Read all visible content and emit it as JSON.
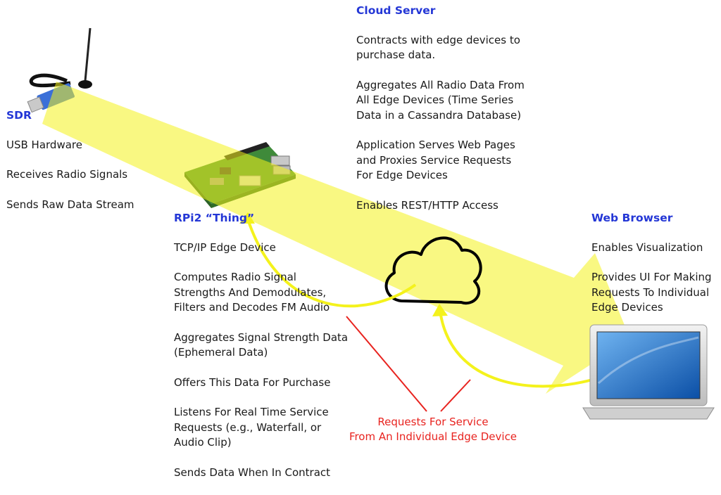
{
  "colors": {
    "heading": "#2437d6",
    "body_text": "#1a1a1a",
    "flow_arrow": "#f4f21c",
    "request_text": "#e8231f",
    "request_line": "#e8231f",
    "cloud_stroke": "#000000",
    "board_green": "#3f8a3a",
    "usb_blue": "#3a6fd8",
    "screen_blue": "#1f6ec9"
  },
  "icons": {
    "sdr": "usb-sdr-dongle-icon",
    "rpi": "raspberry-pi-board-icon",
    "cloud": "cloud-icon",
    "browser": "laptop-icon"
  },
  "sdr": {
    "title": "SDR",
    "items": [
      "USB Hardware",
      "Receives Radio Signals",
      "Sends Raw Data Stream"
    ]
  },
  "rpi": {
    "title": "RPi2 “Thing”",
    "items": [
      "TCP/IP Edge Device",
      "Computes Radio Signal\nStrengths And Demodulates,\nFilters and Decodes FM Audio",
      "Aggregates Signal Strength Data\n(Ephemeral Data)",
      "Offers This Data For Purchase",
      "Listens For Real Time Service\nRequests (e.g., Waterfall, or\nAudio Clip)",
      "Sends Data When In Contract"
    ]
  },
  "cloud": {
    "title": "Cloud Server",
    "items": [
      "Contracts with edge devices to\npurchase data.",
      "Aggregates All Radio Data From\nAll Edge Devices (Time Series\nData in a Cassandra Database)",
      "Application Serves Web Pages\nand Proxies Service Requests\nFor Edge Devices",
      "Enables REST/HTTP Access"
    ]
  },
  "browser": {
    "title": "Web Browser",
    "items": [
      "Enables  Visualization",
      "Provides UI For Making\nRequests To Individual\nEdge Devices"
    ]
  },
  "requests_note": "Requests For Service\nFrom An Individual Edge Device"
}
